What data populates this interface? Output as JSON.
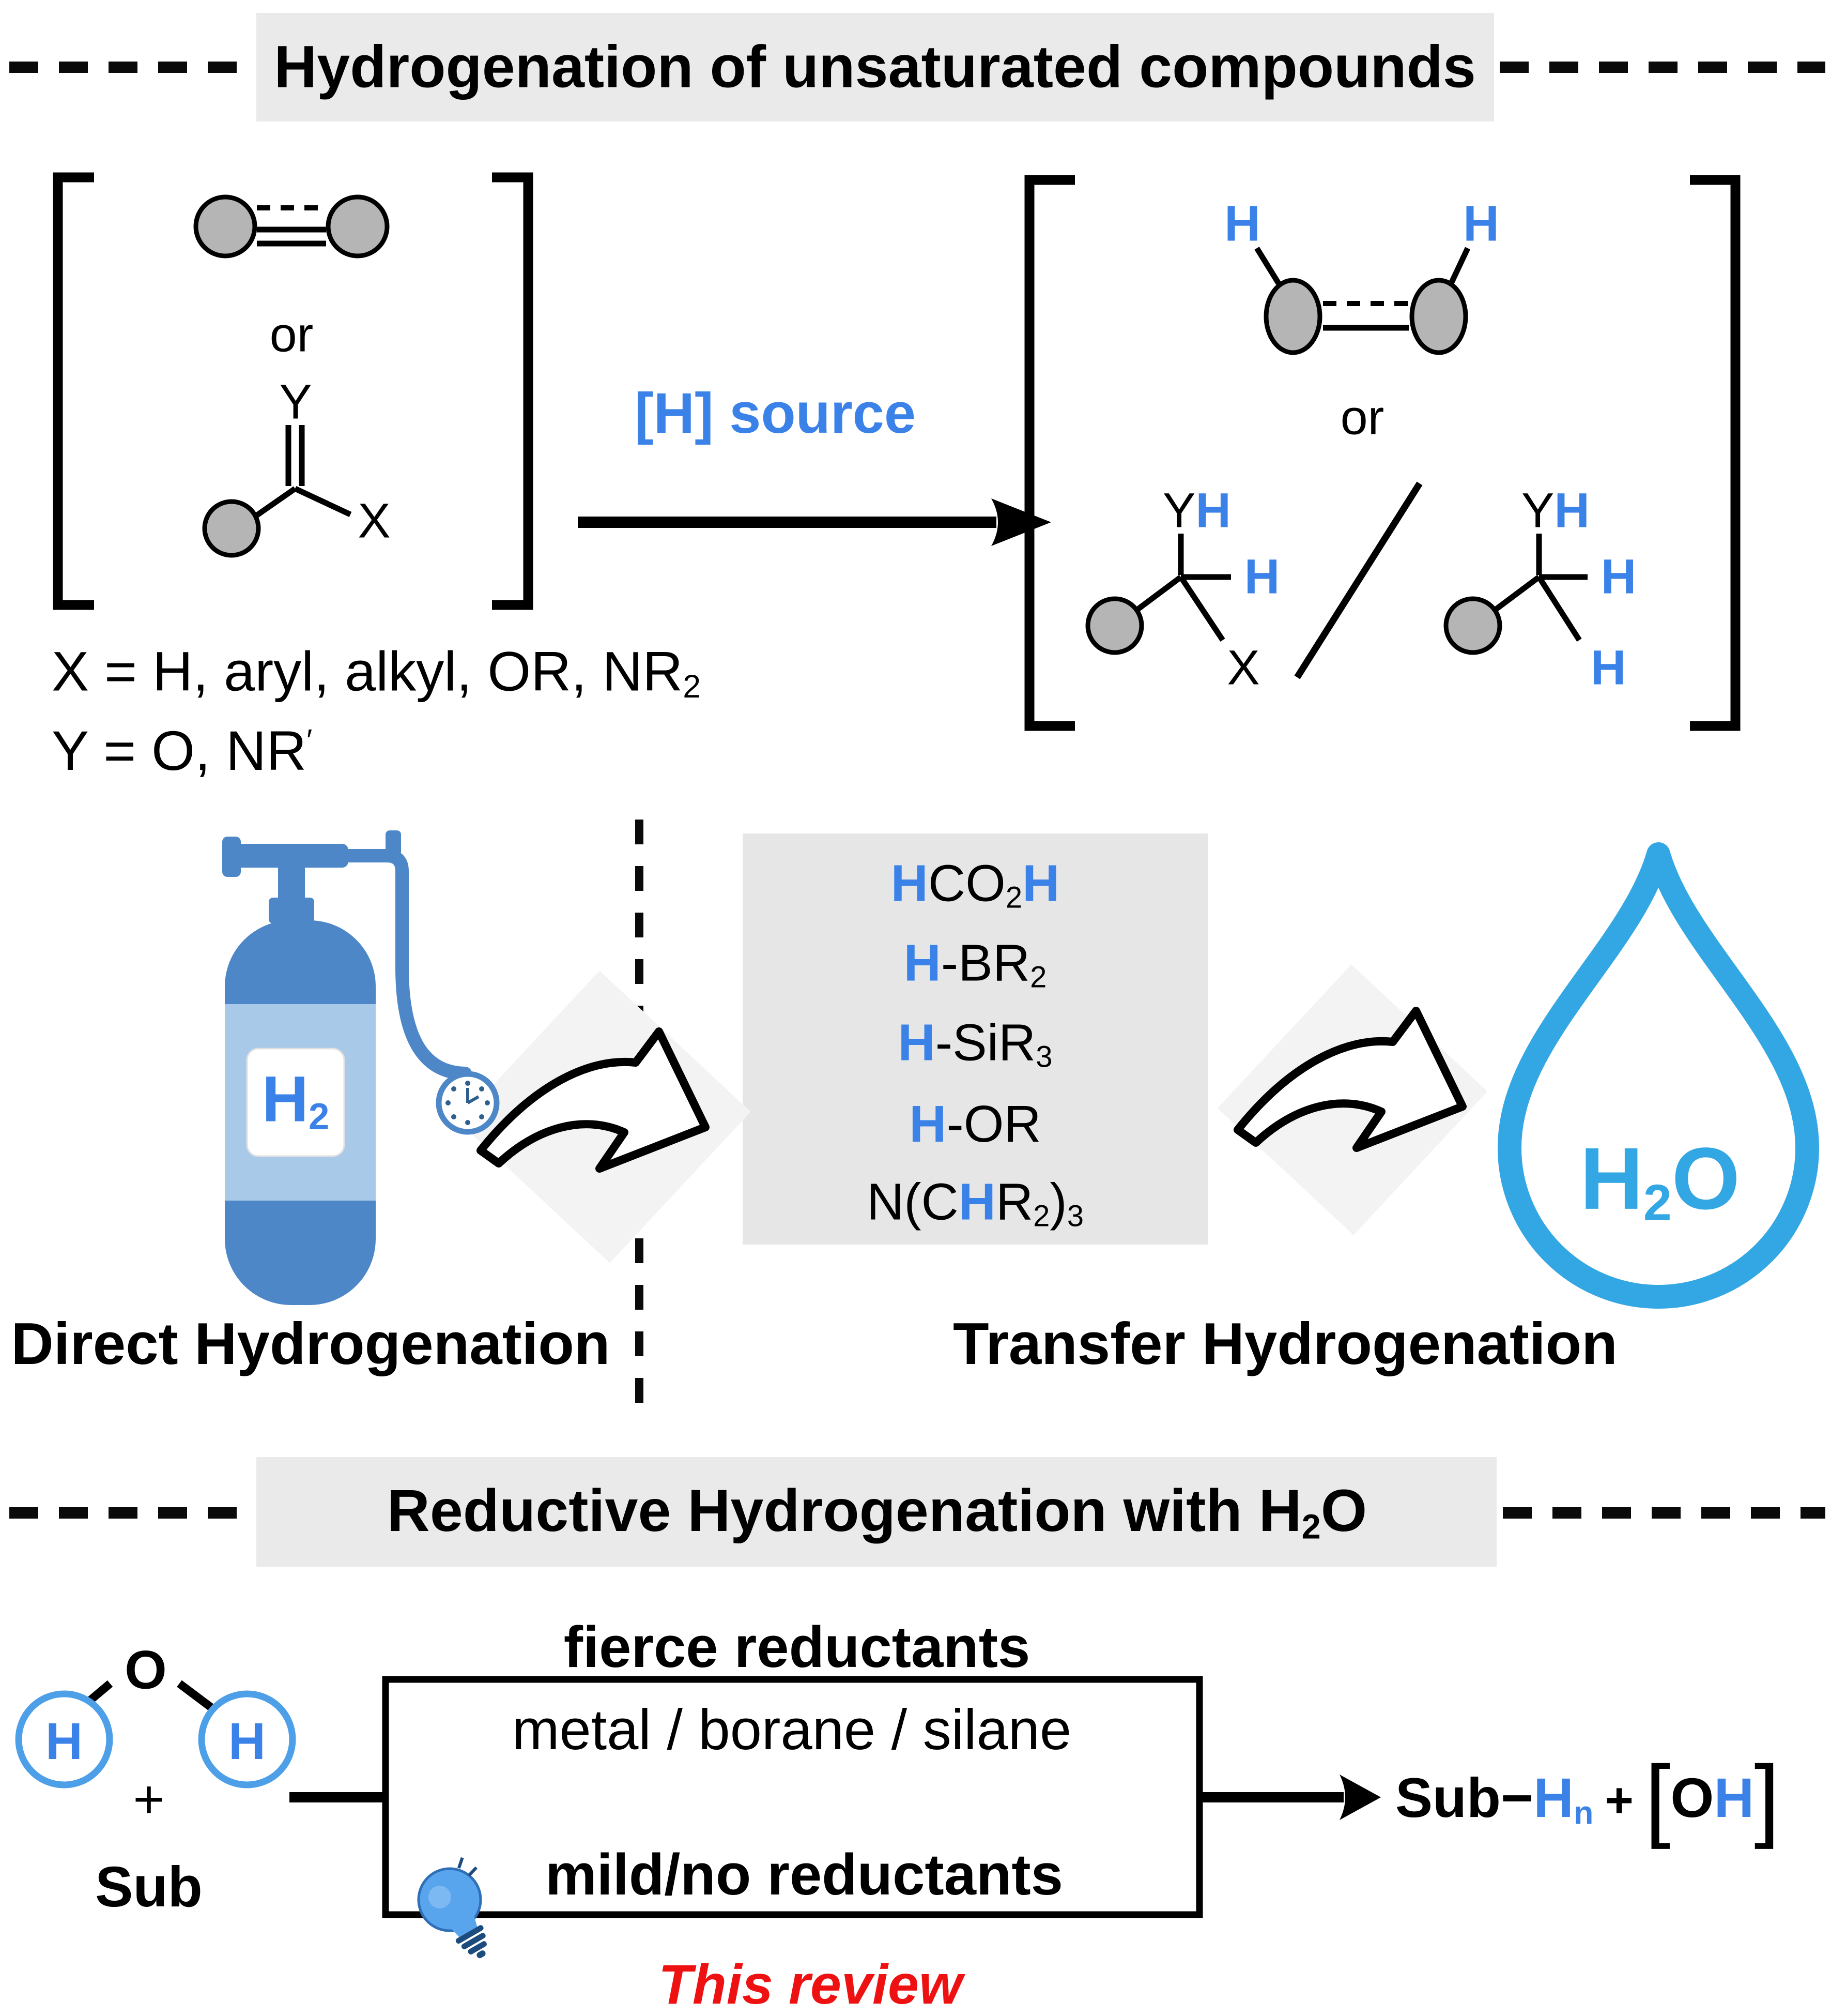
{
  "colors": {
    "accent_blue": "#3B82E8",
    "water_blue": "#33A7E3",
    "cylinder_blue": "#4D87C8",
    "cylinder_band": "#A8CAE8",
    "bulb_blue": "#58A5EE",
    "red": "#EE1111",
    "sphere_gray": "#B5B5B5",
    "panel_gray": "#EAEAEA"
  },
  "atoms": {
    "h": "H",
    "y": "Y",
    "x": "X",
    "o": "O",
    "or": "or"
  },
  "top_section": {
    "title": "Hydrogenation of unsaturated compounds",
    "h_source_label": "[H] source",
    "substituents_x": {
      "text": "X = H, aryl, alkyl, OR, NR",
      "sub": "2"
    },
    "substituents_y": {
      "text": "Y = O, NR",
      "prime": "′"
    }
  },
  "middle_section": {
    "direct_label": "Direct Hydrogenation",
    "transfer_label": "Transfer Hydrogenation",
    "cylinder_label": {
      "h": "H",
      "sub": "2"
    },
    "drop_label": {
      "h": "H",
      "sub": "2",
      "o": "O"
    },
    "hydride_sources": {
      "formic": {
        "h1": "H",
        "body": "CO",
        "sub": "2",
        "h2": "H"
      },
      "borane": {
        "h": "H",
        "body": "-BR",
        "sub": "2"
      },
      "silane": {
        "h": "H",
        "body": "-SiR",
        "sub": "3"
      },
      "alcohol": {
        "h": "H",
        "body": "-OR"
      },
      "amine": {
        "a": "N(C",
        "h": "H",
        "b": "R",
        "sub1": "2",
        "c": ")",
        "sub2": "3"
      }
    }
  },
  "bottom_section": {
    "title": {
      "text": "Reductive Hydrogenation with H",
      "sub": "2",
      "end": "O"
    },
    "fierce_label": "fierce reductants",
    "reductants_label": "metal / borane / silane",
    "mild_label": "mild/no reductants",
    "review_label": "This review",
    "water": {
      "o": "O",
      "h": "H"
    },
    "plus": "+",
    "sub_label": "Sub",
    "equation": {
      "sub": "Sub",
      "minus": "−",
      "h": "H",
      "n": "n",
      "plus": "+",
      "lbracket": "[",
      "o": "O",
      "h_oh": "H",
      "rbracket": "]"
    }
  }
}
